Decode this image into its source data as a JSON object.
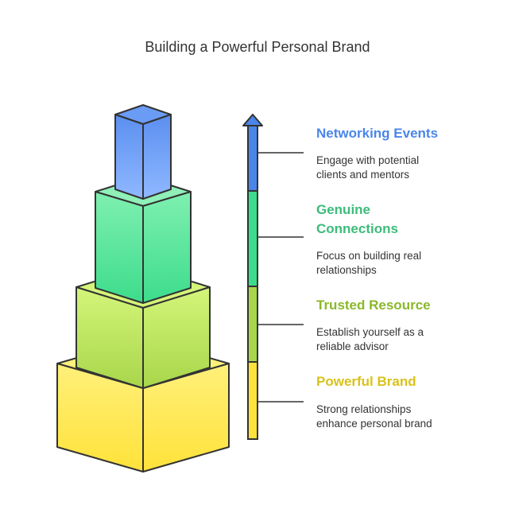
{
  "title": "Building a Powerful Personal Brand",
  "levels": [
    {
      "title_lines": [
        "Networking Events"
      ],
      "desc_lines": [
        "Engage with potential",
        "clients and mentors"
      ],
      "color": "#4a86e8"
    },
    {
      "title_lines": [
        "Genuine",
        "Connections"
      ],
      "desc_lines": [
        "Focus on building real",
        "relationships"
      ],
      "color": "#3dbb7b"
    },
    {
      "title_lines": [
        "Trusted Resource"
      ],
      "desc_lines": [
        "Establish yourself as a",
        "reliable advisor"
      ],
      "color": "#8ab82a"
    },
    {
      "title_lines": [
        "Powerful Brand"
      ],
      "desc_lines": [
        "Strong relationships",
        "enhance personal brand"
      ],
      "color": "#d9c21a"
    }
  ],
  "arrow_colors": [
    "#4a86e8",
    "#3ddc8c",
    "#a8d64a",
    "#ffe23a"
  ]
}
